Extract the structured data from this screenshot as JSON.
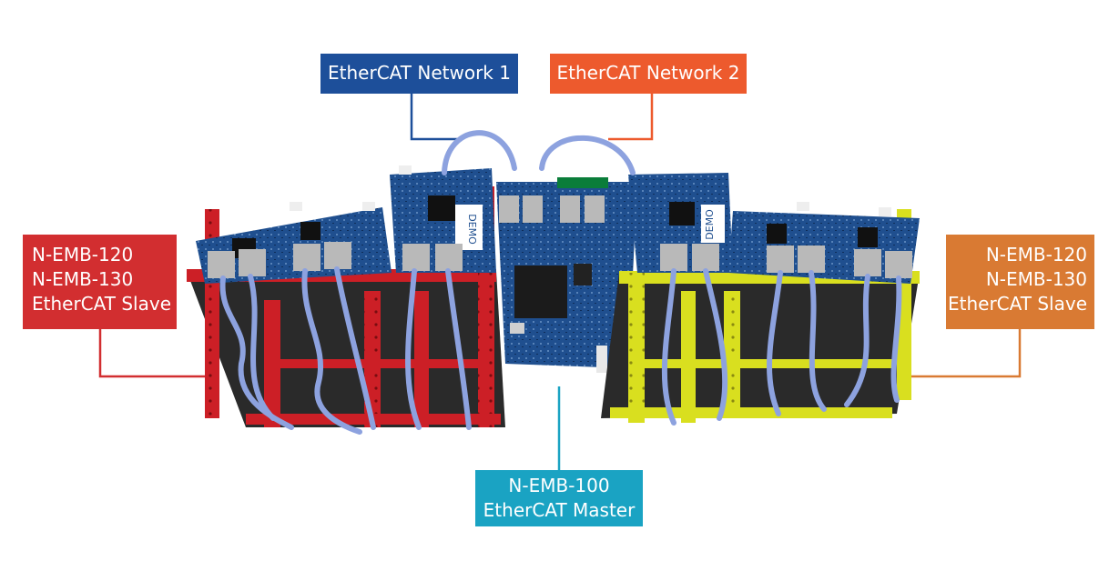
{
  "colors": {
    "network1": "#1d4f9a",
    "network2": "#ed5a2d",
    "slave_left": "#d22e30",
    "slave_right": "#d97a33",
    "master": "#1aa3c3",
    "board_blue": "#1f4f8f",
    "frame_red": "#cc1f26",
    "frame_yellow": "#d9df1f",
    "cable_blue": "#8da2df"
  },
  "labels": {
    "network1": {
      "text": "EtherCAT Network 1"
    },
    "network2": {
      "text": "EtherCAT Network 2"
    },
    "slave_left": {
      "lines": [
        "N-EMB-120",
        "N-EMB-130",
        "EtherCAT Slave"
      ]
    },
    "slave_right": {
      "lines": [
        "N-EMB-120",
        "N-EMB-130",
        "EtherCAT Slave"
      ]
    },
    "master": {
      "lines": [
        "N-EMB-100",
        "EtherCAT Master"
      ]
    }
  },
  "board": {
    "demo_mark": "DEMO"
  },
  "images": [
    {
      "name": "hardware-stack-photo",
      "description": "EtherCAT master board with slave modules mounted in red and yellow frames connected by blue network cables"
    }
  ]
}
